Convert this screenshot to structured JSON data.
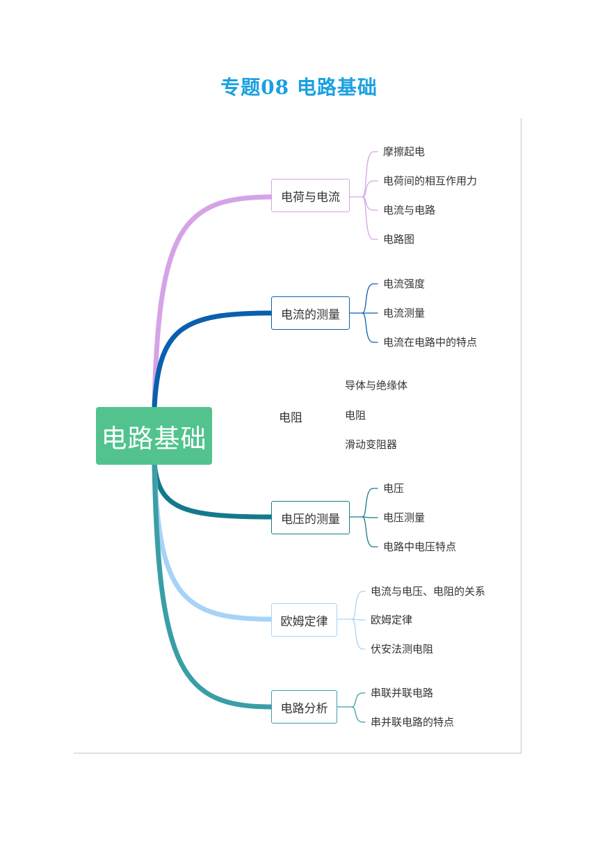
{
  "title": "专题08 电路基础",
  "colors": {
    "title": "#1aa0e0",
    "root": "#52c38e",
    "frame": "#c8c8c8"
  },
  "root": {
    "label": "电路基础"
  },
  "branches": [
    {
      "label": "电荷与电流",
      "color": "#d5a3e6",
      "leaves": [
        "摩擦起电",
        "电荷间的相互作用力",
        "电流与电路",
        "电路图"
      ]
    },
    {
      "label": "电流的测量",
      "color": "#0a5fae",
      "leaves": [
        "电流强度",
        "电流测量",
        "电流在电路中的特点"
      ]
    },
    {
      "label": "电阻",
      "color": "",
      "leaves": [
        "导体与绝缘体",
        "电阻",
        "滑动变阻器"
      ]
    },
    {
      "label": "电压的测量",
      "color": "#15798c",
      "leaves": [
        "电压",
        "电压测量",
        "电路中电压特点"
      ]
    },
    {
      "label": "欧姆定律",
      "color": "#a6d3f7",
      "leaves": [
        "电流与电压、电阻的关系",
        "欧姆定律",
        "伏安法测电阻"
      ]
    },
    {
      "label": "电路分析",
      "color": "#3a9ea6",
      "leaves": [
        "串联并联电路",
        "串并联电路的特点"
      ]
    }
  ]
}
